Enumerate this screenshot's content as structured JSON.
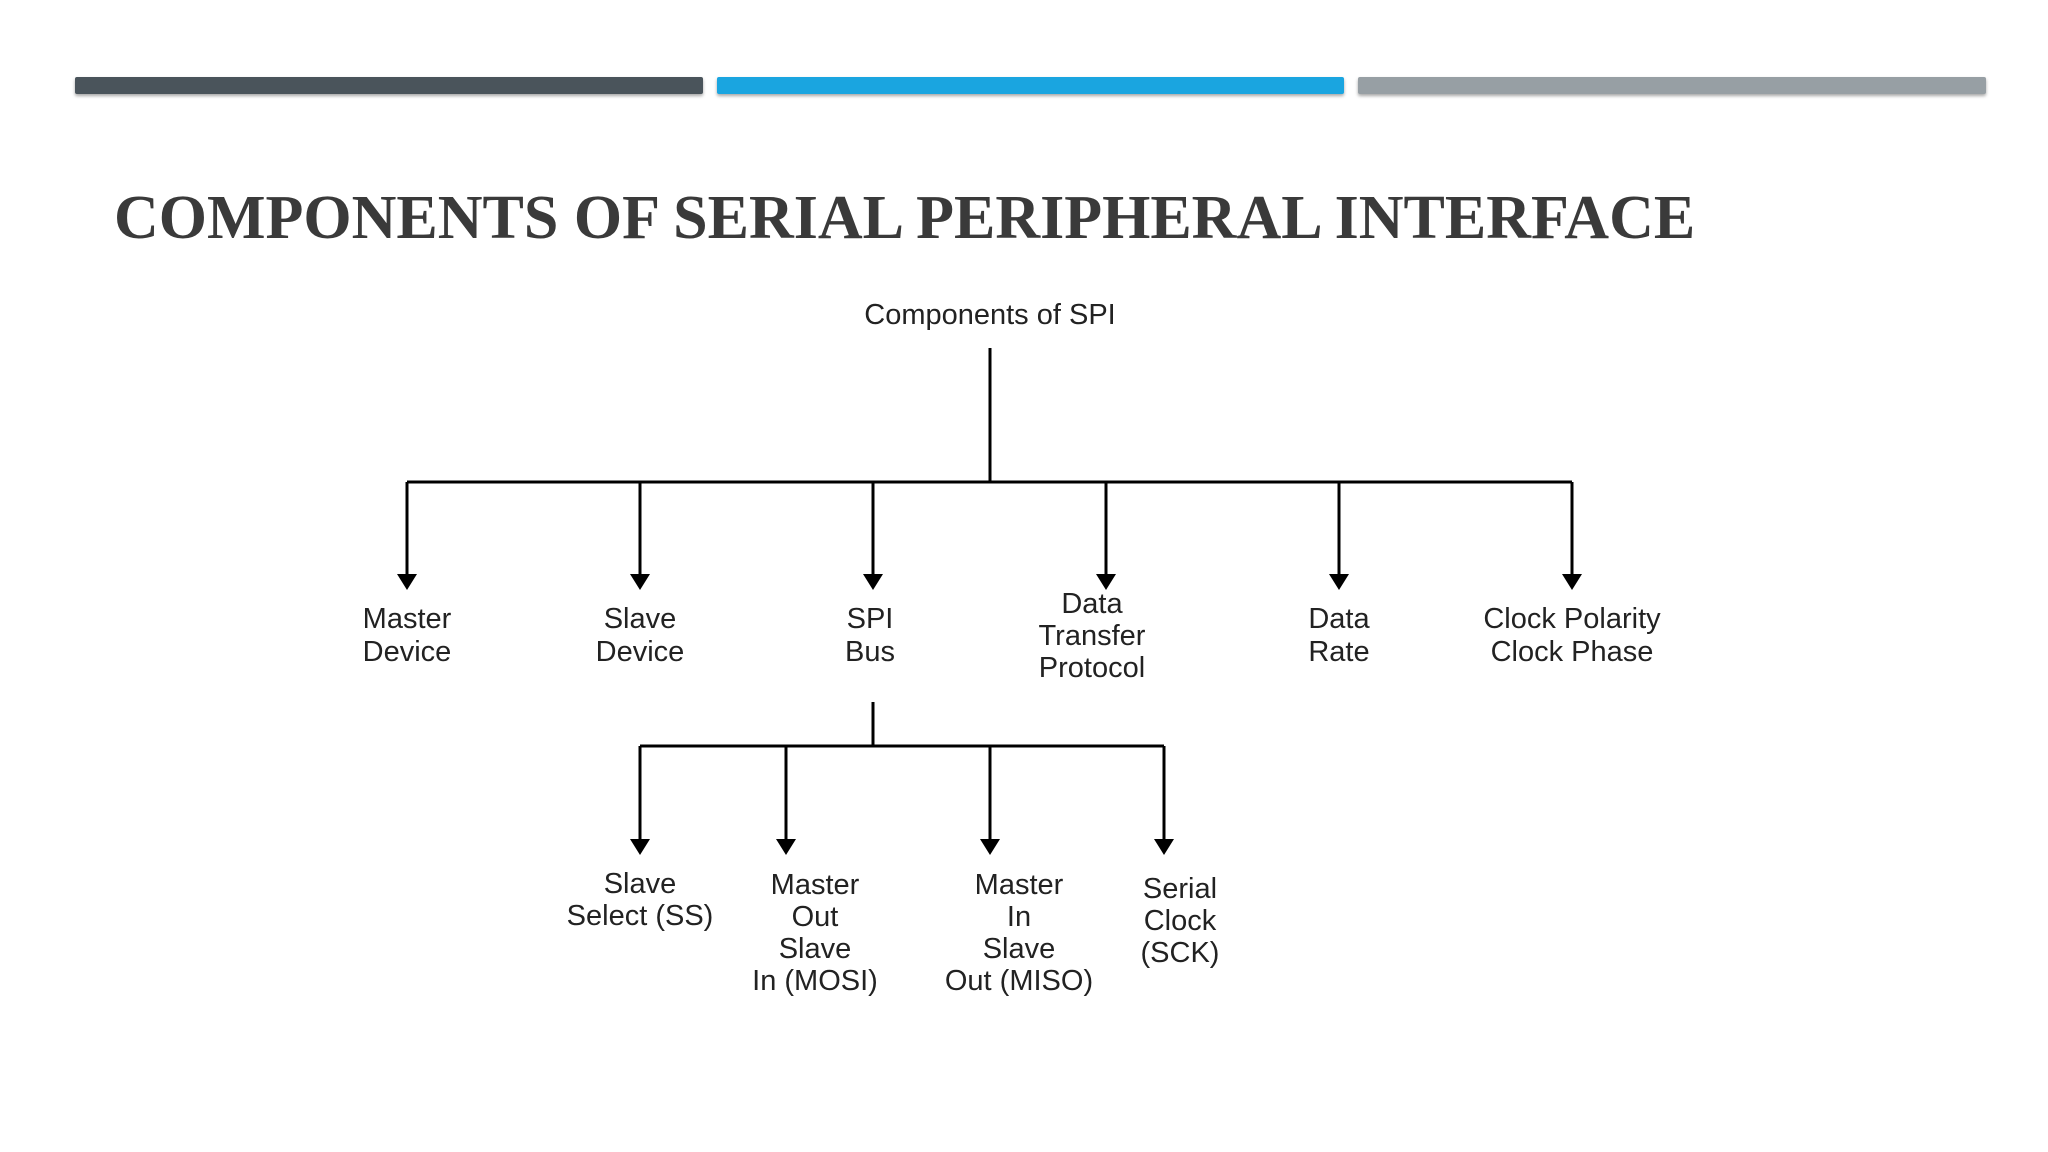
{
  "colors": {
    "bar_1": "#4a545b",
    "bar_2": "#1aa5e0",
    "bar_3": "#979fa4",
    "title": "#3a3a3a",
    "lines": "#000000"
  },
  "slide": {
    "title": "COMPONENTS OF SERIAL PERIPHERAL INTERFACE"
  },
  "diagram": {
    "root": "Components of SPI",
    "children": [
      {
        "lines": [
          "Master",
          "Device"
        ]
      },
      {
        "lines": [
          "Slave",
          "Device"
        ]
      },
      {
        "lines": [
          "SPI",
          "Bus"
        ]
      },
      {
        "lines": [
          "Data",
          "Transfer",
          "Protocol"
        ]
      },
      {
        "lines": [
          "Data",
          "Rate"
        ]
      },
      {
        "lines": [
          "Clock Polarity",
          "Clock Phase"
        ]
      }
    ],
    "bus_children": [
      {
        "lines": [
          "Slave",
          "Select (SS)"
        ]
      },
      {
        "lines": [
          "Master",
          "Out",
          "Slave",
          "In (MOSI)"
        ]
      },
      {
        "lines": [
          "Master",
          "In",
          "Slave",
          "Out (MISO)"
        ]
      },
      {
        "lines": [
          "Serial",
          "Clock",
          "(SCK)"
        ]
      }
    ]
  }
}
